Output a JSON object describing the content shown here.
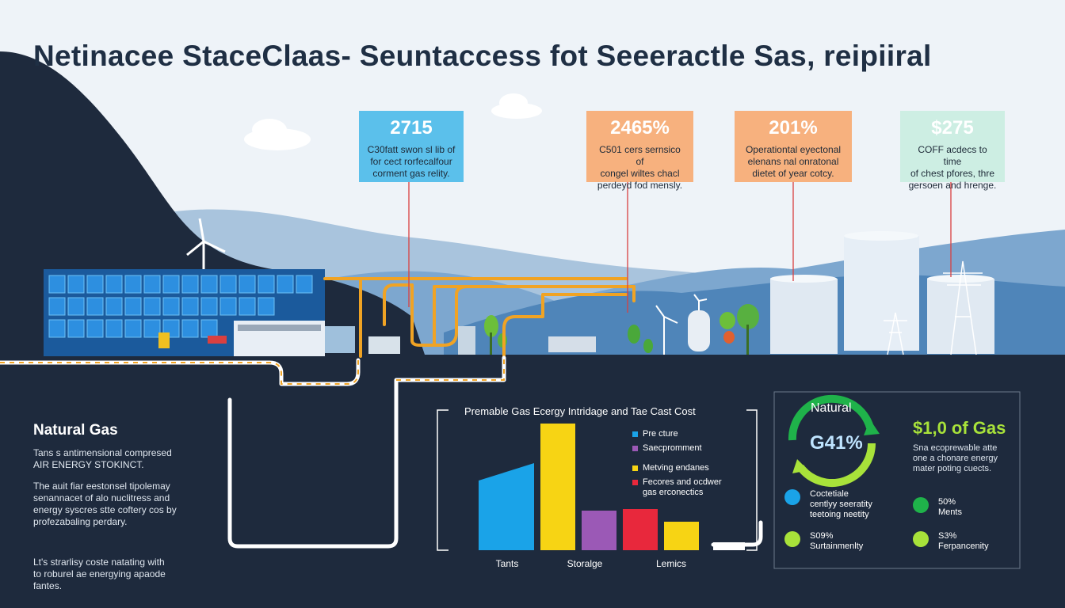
{
  "title": "Netinacee StaceClaas- Seuntaccess fot Seeeractle Sas, reipiiral",
  "colors": {
    "sky": "#eef3f8",
    "dark_navy": "#1e2a3d",
    "pipe_orange": "#f0a324",
    "callout_blue": "#5bc0eb",
    "callout_orange": "#f7b17e",
    "callout_mint": "#cdeee3"
  },
  "callouts": [
    {
      "value": "2715",
      "text": "C30fatt swon sl lib of\nfor cect rorfecalfour\ncorment gas relity.",
      "color": "#5bc0eb"
    },
    {
      "value": "2465%",
      "text": "C501 cers sernsico of\ncongel wiltes chacl\nperdeyd fod mensly.",
      "color": "#f7b17e"
    },
    {
      "value": "201%",
      "text": "Operationtal eyectonal\nelenans nal onratonal\ndietet of year cotcy.",
      "color": "#f7b17e"
    },
    {
      "value": "$275",
      "text": "COFF acdecs to time\nof chest pfores, thre\ngersoen and hrenge.",
      "color": "#cdeee3"
    }
  ],
  "left_panel": {
    "heading": "Natural Gas",
    "para1": "Tans s antimensional compresed\nAIR ENERGY STOKINCT.",
    "para2": "The auit fiar eestonsel tipolemay\nsenannacet of alo nuclitress and\nenergy syscres stte coftery cos by\nprofezabaling perdary.",
    "para3": "Lt's strarlisy coste natating with\nto roburel ae energying apaode\nfantes."
  },
  "chart_data": {
    "type": "bar",
    "title": "Premable Gas Ecergy Intridage and Tae Cast Cost",
    "categories": [
      "Tants",
      "",
      "Storalge",
      "",
      "Lemics",
      ""
    ],
    "values": [
      55,
      80,
      25,
      26,
      18,
      17
    ],
    "bar_colors": [
      "#1aa3e8",
      "#f7d414",
      "#9b59b6",
      "#e8283c",
      "#f7d414",
      "#ffffff"
    ],
    "ylim": [
      0,
      90
    ],
    "legend": [
      {
        "label": "Pre cture",
        "color": "#1aa3e8"
      },
      {
        "label": "Saecpromment",
        "color": "#9b59b6"
      },
      {
        "label": "Metving endanes",
        "color": "#f7d414"
      },
      {
        "label": "Fecores and ocdwer\ngas erconectics",
        "color": "#e8283c"
      }
    ]
  },
  "stats_panel": {
    "ring_label": "Natural",
    "ring_value": "G41%",
    "gas_price": "$1,0 of Gas",
    "gas_desc": "Sna ecoprewable atte\none a chonare energy\nmater poting cuects.",
    "metrics": [
      {
        "text": "Coctetiale\ncentlyy seeratity\nteetoing neetity",
        "color": "#1aa3e8"
      },
      {
        "text": "50%\nMents",
        "color": "#1fb24a"
      },
      {
        "text": "S09%\nSurtainmenlty",
        "color": "#a8e23a"
      },
      {
        "text": "S3%\nFerpancenity",
        "color": "#a8e23a"
      }
    ]
  }
}
